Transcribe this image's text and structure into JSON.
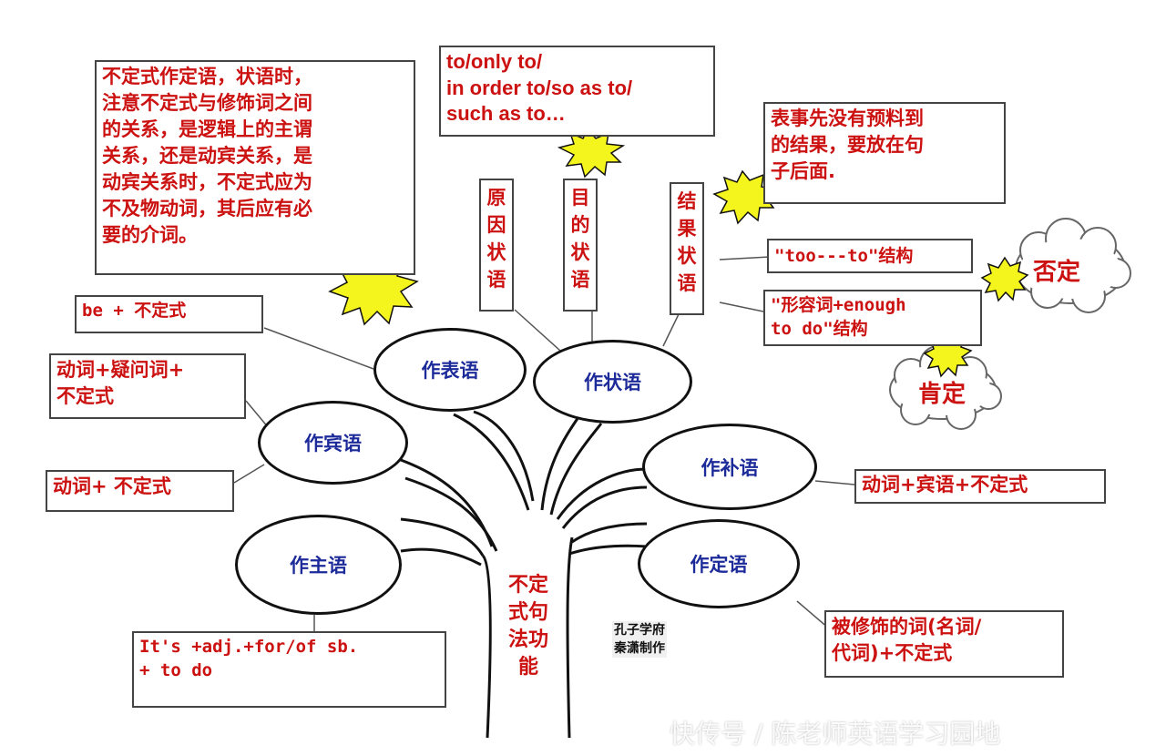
{
  "trunk_label": "不定式句法功能",
  "ovals": {
    "predicative": "作表语",
    "adverbial": "作状语",
    "object": "作宾语",
    "complement": "作补语",
    "subject": "作主语",
    "attributive": "作定语"
  },
  "notes": {
    "logic_note": "不定式作定语，状语时，\n注意不定式与修饰词之间\n的关系，是逻辑上的主谓\n关系，还是动宾关系，是\n动宾关系时，不定式应为\n不及物动词，其后应有必\n要的介词。",
    "purpose_phrases": "to/only to/\nin order to/so as to/\nsuch as to…",
    "result_note": "表事先没有预料到\n的结果，要放在句\n子后面.",
    "be_pattern": "be +  不定式",
    "verb_wh_pattern": "动词+疑问词+\n不定式",
    "verb_inf_pattern": "动词+  不定式",
    "its_pattern": "It's +adj.+for/of sb.\n+ to do",
    "too_to": "\"too---to\"结构",
    "enough_to": "\"形容词+enough\nto do\"结构",
    "complement_pattern": "动词+宾语+不定式",
    "attributive_pattern": "被修饰的词(名词/\n代词)+不定式"
  },
  "adverbial_types": {
    "reason": "原因状语",
    "purpose": "目的状语",
    "result": "结果状语"
  },
  "clouds": {
    "negative": "否定",
    "affirmative": "肯定"
  },
  "credit": {
    "line1": "孔子学府",
    "line2": "秦潇制作"
  },
  "watermark": "快传号 / 陈老师英语学习园地",
  "colors": {
    "note_text": "#cc1111",
    "oval_text": "#1d2b9a",
    "burst_fill": "#f5f51e",
    "outline": "#111111"
  }
}
